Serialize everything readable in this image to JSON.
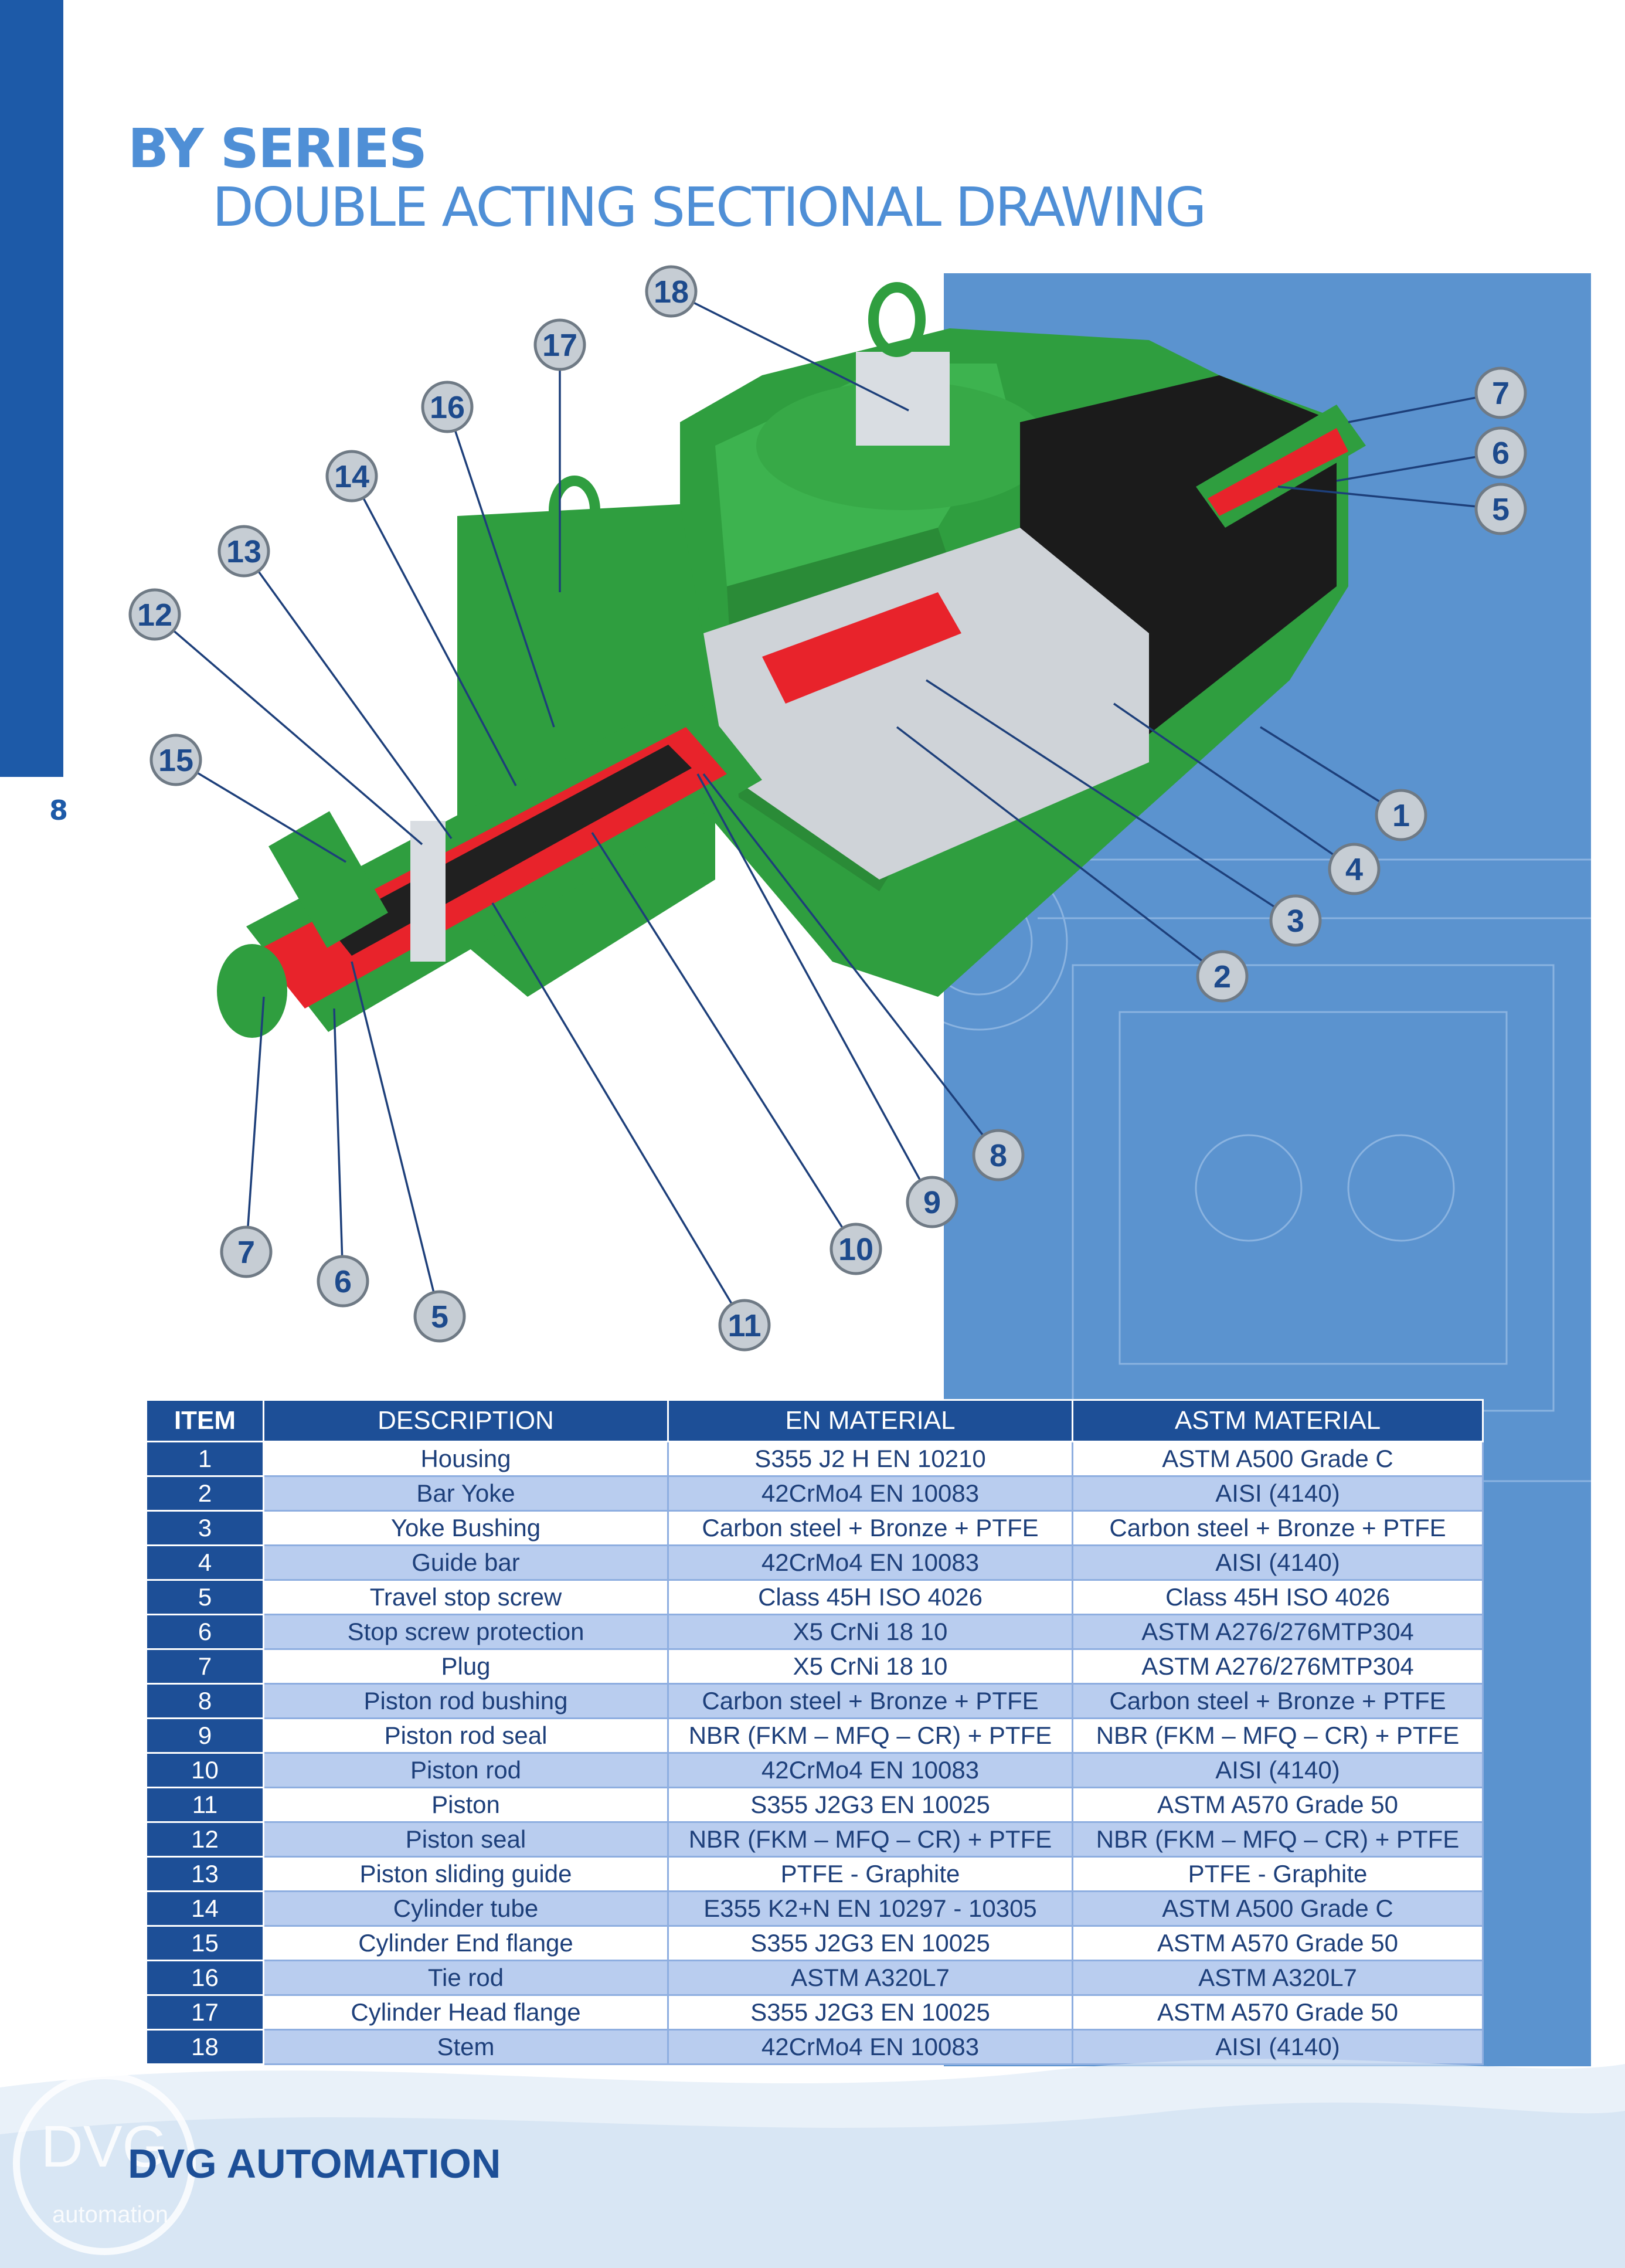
{
  "page_number": "8",
  "title": {
    "series": "BY SERIES",
    "subtitle": "DOUBLE ACTING SECTIONAL DRAWING"
  },
  "callouts": [
    "18",
    "17",
    "16",
    "14",
    "13",
    "12",
    "15",
    "7",
    "6",
    "5",
    "1",
    "4",
    "3",
    "2",
    "8",
    "9",
    "10",
    "11",
    "7",
    "6",
    "5"
  ],
  "table": {
    "headers": [
      "ITEM",
      "DESCRIPTION",
      "EN MATERIAL",
      "ASTM MATERIAL"
    ],
    "rows": [
      {
        "item": "1",
        "description": "Housing",
        "en": "S355 J2 H EN 10210",
        "astm": "ASTM A500 Grade C"
      },
      {
        "item": "2",
        "description": "Bar Yoke",
        "en": "42CrMo4 EN 10083",
        "astm": "AISI (4140)"
      },
      {
        "item": "3",
        "description": "Yoke Bushing",
        "en": "Carbon steel + Bronze + PTFE",
        "astm": "Carbon steel + Bronze + PTFE"
      },
      {
        "item": "4",
        "description": "Guide bar",
        "en": "42CrMo4 EN 10083",
        "astm": "AISI (4140)"
      },
      {
        "item": "5",
        "description": "Travel stop screw",
        "en": "Class 45H ISO 4026",
        "astm": "Class 45H ISO 4026"
      },
      {
        "item": "6",
        "description": "Stop screw protection",
        "en": "X5 CrNi 18 10",
        "astm": "ASTM A276/276MTP304"
      },
      {
        "item": "7",
        "description": "Plug",
        "en": "X5 CrNi 18 10",
        "astm": "ASTM A276/276MTP304"
      },
      {
        "item": "8",
        "description": "Piston rod bushing",
        "en": "Carbon steel + Bronze + PTFE",
        "astm": "Carbon steel + Bronze + PTFE"
      },
      {
        "item": "9",
        "description": "Piston rod seal",
        "en": "NBR (FKM – MFQ – CR) + PTFE",
        "astm": "NBR (FKM – MFQ – CR) + PTFE"
      },
      {
        "item": "10",
        "description": "Piston rod",
        "en": "42CrMo4 EN 10083",
        "astm": "AISI (4140)"
      },
      {
        "item": "11",
        "description": "Piston",
        "en": "S355 J2G3 EN 10025",
        "astm": "ASTM A570 Grade 50"
      },
      {
        "item": "12",
        "description": "Piston seal",
        "en": "NBR (FKM – MFQ – CR) + PTFE",
        "astm": "NBR (FKM – MFQ – CR) + PTFE"
      },
      {
        "item": "13",
        "description": "Piston sliding guide",
        "en": "PTFE - Graphite",
        "astm": "PTFE - Graphite"
      },
      {
        "item": "14",
        "description": "Cylinder tube",
        "en": "E355 K2+N EN 10297 - 10305",
        "astm": "ASTM A500 Grade C"
      },
      {
        "item": "15",
        "description": "Cylinder End flange",
        "en": "S355 J2G3 EN 10025",
        "astm": "ASTM A570 Grade 50"
      },
      {
        "item": "16",
        "description": "Tie rod",
        "en": "ASTM A320L7",
        "astm": "ASTM A320L7"
      },
      {
        "item": "17",
        "description": "Cylinder Head flange",
        "en": "S355 J2G3 EN 10025",
        "astm": "ASTM A570 Grade 50"
      },
      {
        "item": "18",
        "description": "Stem",
        "en": "42CrMo4 EN 10083",
        "astm": "AISI (4140)"
      }
    ]
  },
  "footer": {
    "brand": "DVG AUTOMATION",
    "logo_text": "DVG",
    "logo_sub": "automation"
  },
  "colors": {
    "brand_blue": "#1d4f97",
    "title_blue": "#4f8fd6",
    "panel_blue": "#5b93cf",
    "actuator_green": "#2f9e3f",
    "section_red": "#e8232b"
  }
}
